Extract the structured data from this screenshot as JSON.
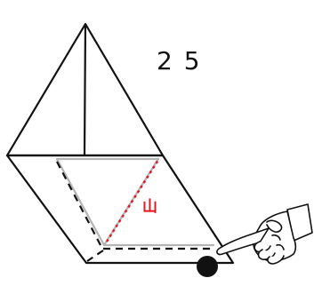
{
  "step_number": "2 5",
  "fold_label": "山",
  "colors": {
    "outline": "#111111",
    "crease": "#b4b4b4",
    "mountain_fold": "#e8141e",
    "valley_fold": "#111111",
    "marker": "#111111"
  },
  "icons": {
    "pointer": "pointing-hand-icon",
    "marker": "filled-circle-marker"
  }
}
